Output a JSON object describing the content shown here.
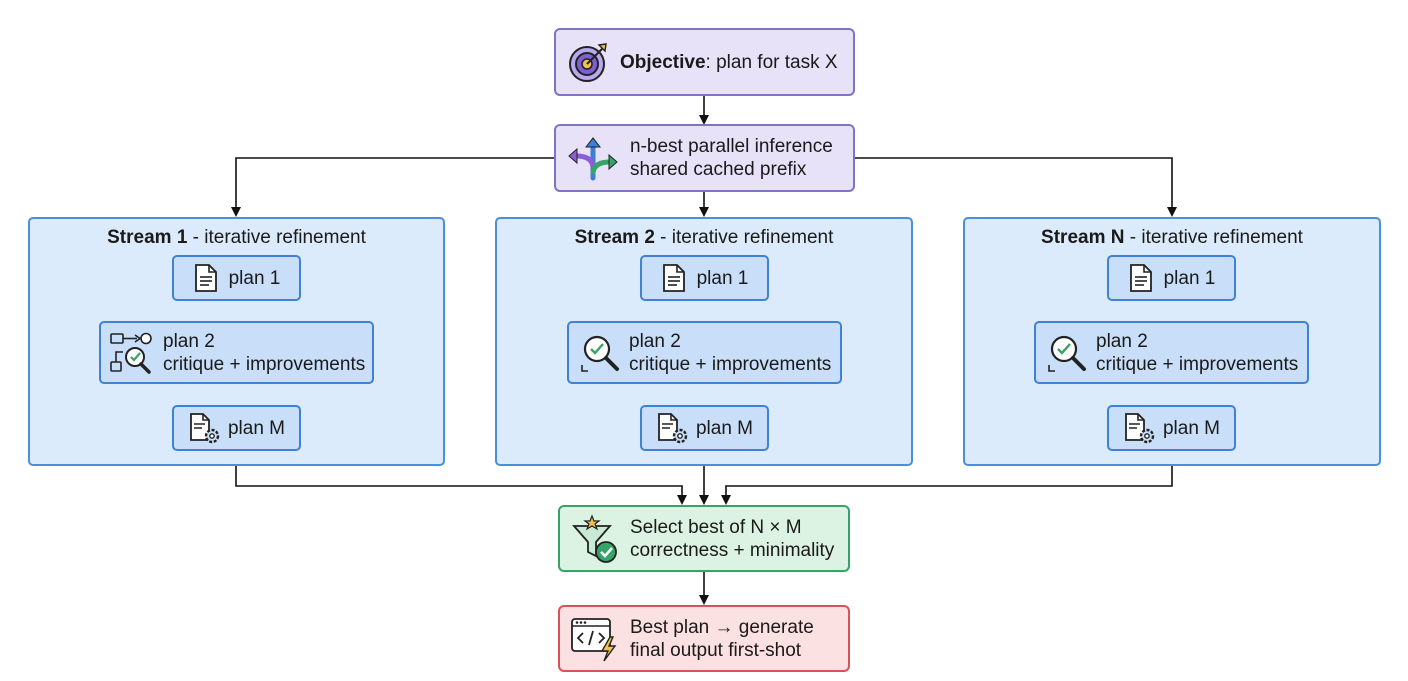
{
  "objective": {
    "bold": "Objective",
    "rest": ": plan for task X"
  },
  "inference": {
    "line1": "n-best parallel inference",
    "line2": "shared cached prefix"
  },
  "streams": [
    {
      "name": "Stream 1",
      "suffix": " - iterative refinement"
    },
    {
      "name": "Stream 2",
      "suffix": " - iterative refinement"
    },
    {
      "name": "Stream N",
      "suffix": " - iterative refinement"
    }
  ],
  "plans": {
    "first": "plan 1",
    "second_line1": "plan 2",
    "second_line2": "critique + improvements",
    "last": "plan M"
  },
  "select": {
    "line1": "Select best of N × M",
    "line2": "correctness + minimality"
  },
  "final": {
    "line1": "Best plan → generate",
    "line2": "final output first-shot"
  },
  "icons": {
    "objective": "target-icon",
    "inference": "split-arrows-icon",
    "plan1": "document-icon",
    "plan2": "magnifier-check-icon",
    "planM": "document-gear-icon",
    "select": "funnel-check-icon",
    "final": "code-window-bolt-icon"
  },
  "colors": {
    "purple": "#7e74c6",
    "blue": "#4a8fd9",
    "green": "#34a467",
    "red": "#d8525a"
  }
}
